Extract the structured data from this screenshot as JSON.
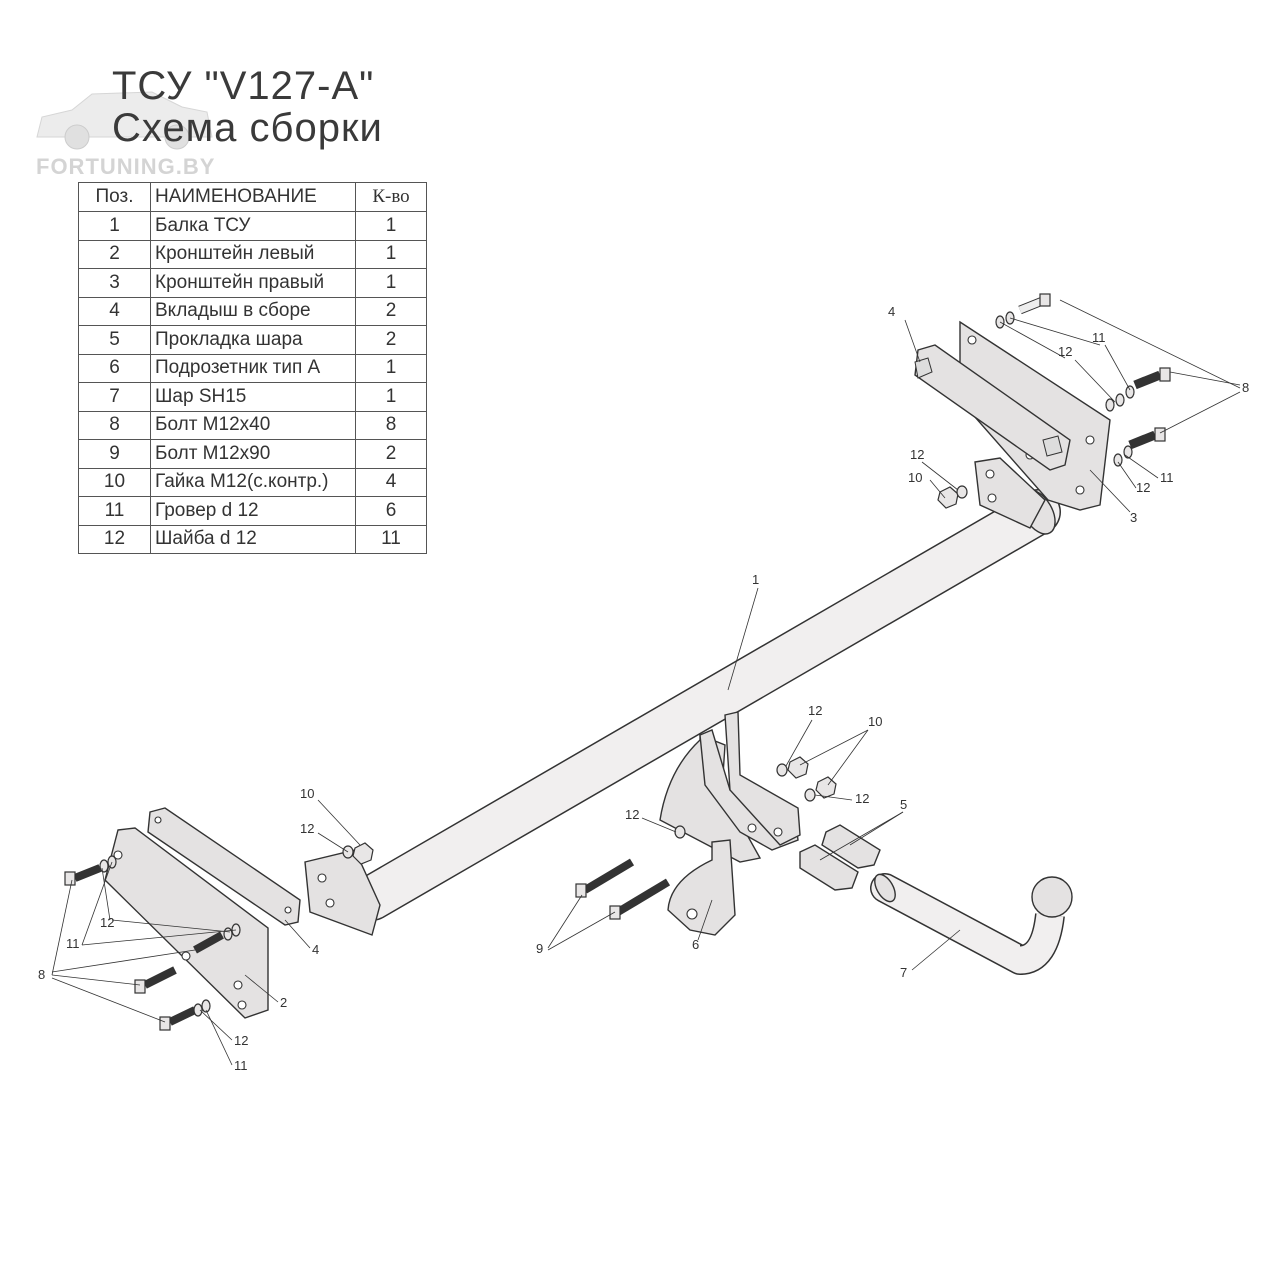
{
  "header": {
    "title": "ТСУ \"V127-A\"",
    "subtitle": "Схема сборки",
    "watermark": "FORTUNING.BY"
  },
  "parts_table": {
    "headers": [
      "Поз.",
      "НАИМЕНОВАНИЕ",
      "К-во"
    ],
    "rows": [
      [
        "1",
        "Балка ТСУ",
        "1"
      ],
      [
        "2",
        "Кронштейн левый",
        "1"
      ],
      [
        "3",
        "Кронштейн правый",
        "1"
      ],
      [
        "4",
        "Вкладыш в сборе",
        "2"
      ],
      [
        "5",
        "Прокладка шара",
        "2"
      ],
      [
        "6",
        "Подрозетник тип А",
        "1"
      ],
      [
        "7",
        "Шар SH15",
        "1"
      ],
      [
        "8",
        "Болт М12х40",
        "8"
      ],
      [
        "9",
        "Болт М12х90",
        "2"
      ],
      [
        "10",
        "Гайка М12(с.контр.)",
        "4"
      ],
      [
        "11",
        "Гровер d 12",
        "6"
      ],
      [
        "12",
        "Шайба d 12",
        "11"
      ]
    ]
  },
  "callouts": [
    "4",
    "11",
    "12",
    "8",
    "12",
    "10",
    "11",
    "12",
    "3",
    "1",
    "12",
    "10",
    "12",
    "5",
    "10",
    "12",
    "12",
    "12",
    "11",
    "4",
    "8",
    "2",
    "9",
    "6",
    "7",
    "12",
    "11"
  ]
}
